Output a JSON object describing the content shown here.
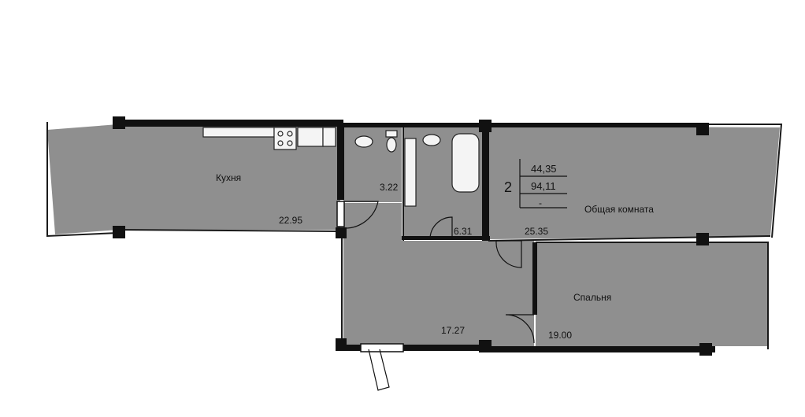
{
  "plan": {
    "rooms": {
      "kitchen": {
        "name": "Кухня",
        "area": "22.95"
      },
      "wc": {
        "area": "3.22"
      },
      "bath": {
        "area": "6.31"
      },
      "living": {
        "name": "Общая комната",
        "area": "25.35"
      },
      "hall": {
        "area": "17.27"
      },
      "bedroom": {
        "name": "Спальня",
        "area": "19.00"
      }
    },
    "summary": {
      "rooms_count": "2",
      "living_area": "44,35",
      "total_area": "94,11",
      "extra": "-"
    },
    "colors": {
      "floor": "#8f8f8f",
      "wall": "#111111",
      "background": "#ffffff"
    }
  }
}
